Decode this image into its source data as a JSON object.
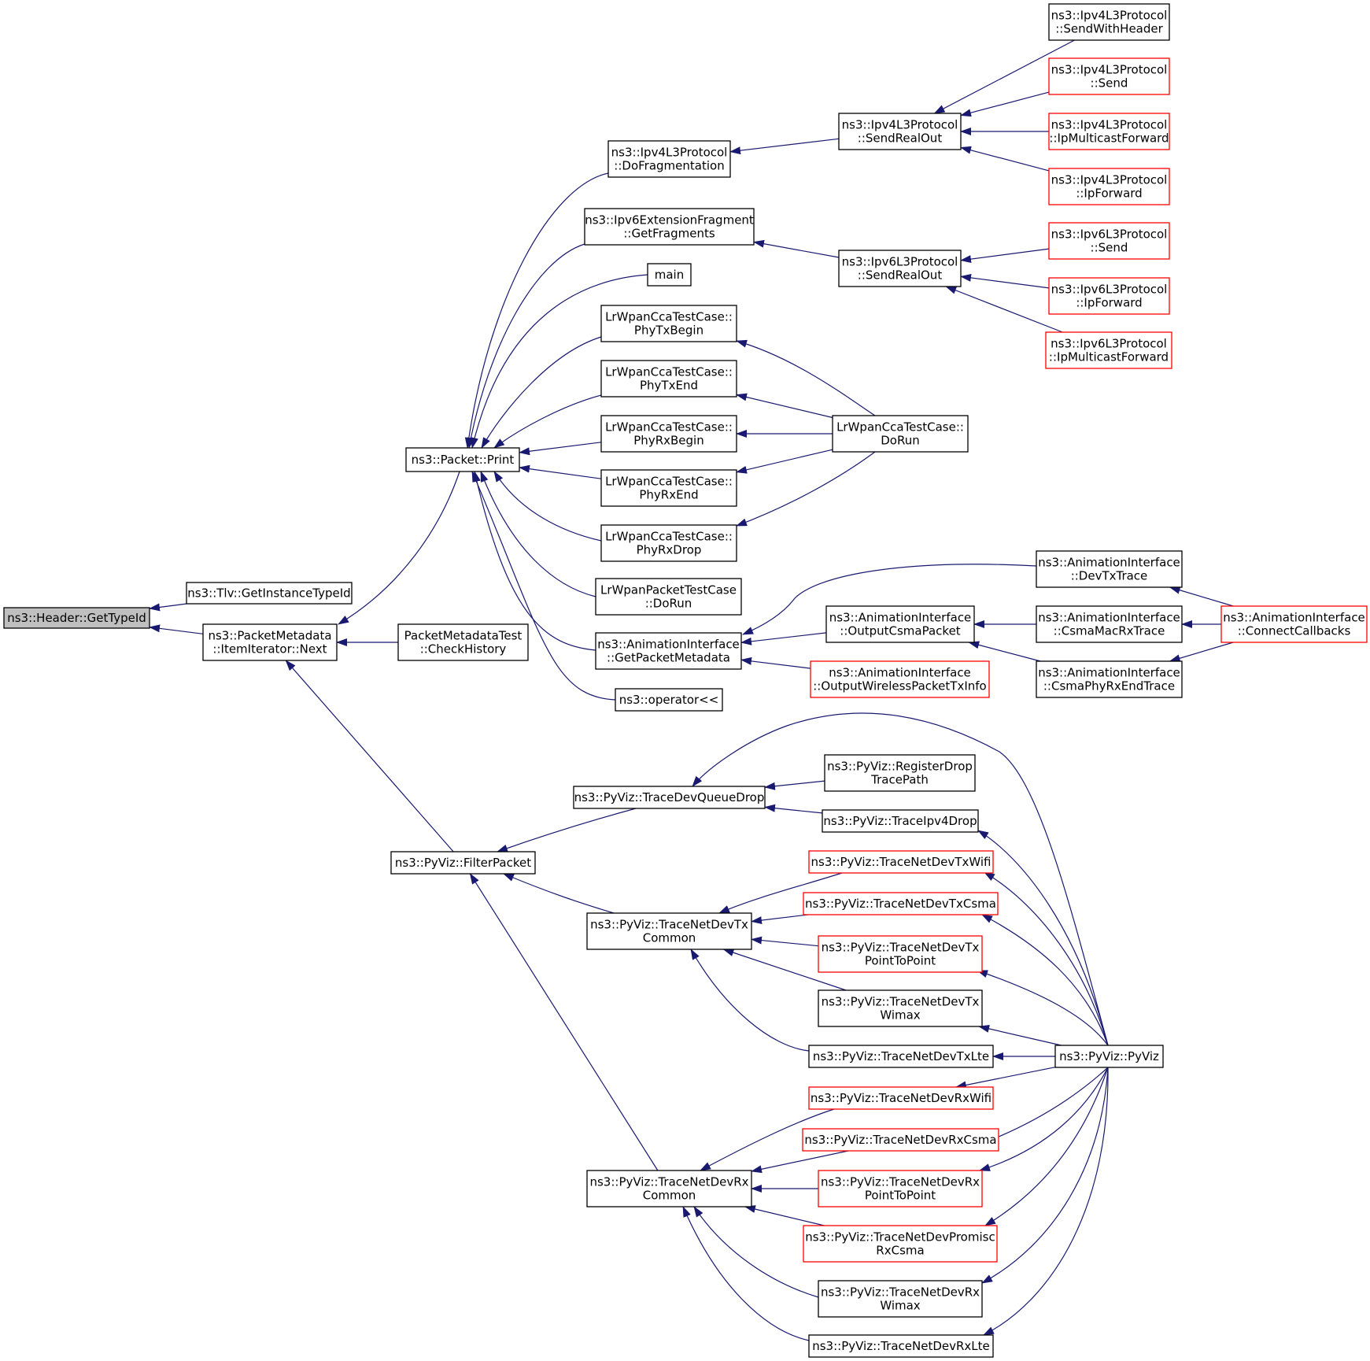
{
  "colors": {
    "edge": "#191970",
    "node_border": "#000000",
    "node_border_undocumented": "#ff0000",
    "root_fill": "#bfbfbf",
    "node_fill": "#ffffff"
  },
  "nodes": [
    {
      "id": "n_gettypeid",
      "lines": [
        "ns3::Header::GetTypeId"
      ],
      "root": true
    },
    {
      "id": "n_tlv",
      "lines": [
        "ns3::Tlv::GetInstanceTypeId"
      ]
    },
    {
      "id": "n_pmnext",
      "lines": [
        "ns3::PacketMetadata",
        "::ItemIterator::Next"
      ]
    },
    {
      "id": "n_pmtest",
      "lines": [
        "PacketMetadataTest",
        "::CheckHistory"
      ]
    },
    {
      "id": "n_print",
      "lines": [
        "ns3::Packet::Print"
      ]
    },
    {
      "id": "n_filter",
      "lines": [
        "ns3::PyViz::FilterPacket"
      ]
    },
    {
      "id": "n_ipv4frag",
      "lines": [
        "ns3::Ipv4L3Protocol",
        "::DoFragmentation"
      ]
    },
    {
      "id": "n_ipv6frag",
      "lines": [
        "ns3::Ipv6ExtensionFragment",
        "::GetFragments"
      ]
    },
    {
      "id": "n_main",
      "lines": [
        "main"
      ]
    },
    {
      "id": "n_phytxbegin",
      "lines": [
        "LrWpanCcaTestCase::",
        "PhyTxBegin"
      ]
    },
    {
      "id": "n_phytxend",
      "lines": [
        "LrWpanCcaTestCase::",
        "PhyTxEnd"
      ]
    },
    {
      "id": "n_phyrxbegin",
      "lines": [
        "LrWpanCcaTestCase::",
        "PhyRxBegin"
      ]
    },
    {
      "id": "n_phyrxend",
      "lines": [
        "LrWpanCcaTestCase::",
        "PhyRxEnd"
      ]
    },
    {
      "id": "n_phyrxdrop",
      "lines": [
        "LrWpanCcaTestCase::",
        "PhyRxDrop"
      ]
    },
    {
      "id": "n_lrpkt",
      "lines": [
        "LrWpanPacketTestCase",
        "::DoRun"
      ]
    },
    {
      "id": "n_animgetpm",
      "lines": [
        "ns3::AnimationInterface",
        "::GetPacketMetadata"
      ]
    },
    {
      "id": "n_oplt",
      "lines": [
        "ns3::operator<<"
      ]
    },
    {
      "id": "n_ipv4sro",
      "lines": [
        "ns3::Ipv4L3Protocol",
        "::SendRealOut"
      ]
    },
    {
      "id": "n_ipv6sro",
      "lines": [
        "ns3::Ipv6L3Protocol",
        "::SendRealOut"
      ]
    },
    {
      "id": "n_lrccarun",
      "lines": [
        "LrWpanCcaTestCase::",
        "DoRun"
      ]
    },
    {
      "id": "n_animcsma",
      "lines": [
        "ns3::AnimationInterface",
        "::OutputCsmaPacket"
      ]
    },
    {
      "id": "n_animwl",
      "lines": [
        "ns3::AnimationInterface",
        "::OutputWirelessPacketTxInfo"
      ],
      "undocumented": true
    },
    {
      "id": "n_ipv4swh",
      "lines": [
        "ns3::Ipv4L3Protocol",
        "::SendWithHeader"
      ]
    },
    {
      "id": "n_ipv4send",
      "lines": [
        "ns3::Ipv4L3Protocol",
        "::Send"
      ],
      "undocumented": true
    },
    {
      "id": "n_ipv4mcf",
      "lines": [
        "ns3::Ipv4L3Protocol",
        "::IpMulticastForward"
      ],
      "undocumented": true
    },
    {
      "id": "n_ipv4fwd",
      "lines": [
        "ns3::Ipv4L3Protocol",
        "::IpForward"
      ],
      "undocumented": true
    },
    {
      "id": "n_ipv6send",
      "lines": [
        "ns3::Ipv6L3Protocol",
        "::Send"
      ],
      "undocumented": true
    },
    {
      "id": "n_ipv6fwd",
      "lines": [
        "ns3::Ipv6L3Protocol",
        "::IpForward"
      ],
      "undocumented": true
    },
    {
      "id": "n_ipv6mcf",
      "lines": [
        "ns3::Ipv6L3Protocol",
        "::IpMulticastForward"
      ],
      "undocumented": true
    },
    {
      "id": "n_anitx",
      "lines": [
        "ns3::AnimationInterface",
        "::DevTxTrace"
      ]
    },
    {
      "id": "n_animacrx",
      "lines": [
        "ns3::AnimationInterface",
        "::CsmaMacRxTrace"
      ]
    },
    {
      "id": "n_aniphyrx",
      "lines": [
        "ns3::AnimationInterface",
        "::CsmaPhyRxEndTrace"
      ]
    },
    {
      "id": "n_aniconn",
      "lines": [
        "ns3::AnimationInterface",
        "::ConnectCallbacks"
      ],
      "undocumented": true
    },
    {
      "id": "n_tdqd",
      "lines": [
        "ns3::PyViz::TraceDevQueueDrop"
      ]
    },
    {
      "id": "n_tndtxc",
      "lines": [
        "ns3::PyViz::TraceNetDevTx",
        "Common"
      ]
    },
    {
      "id": "n_tndrxc",
      "lines": [
        "ns3::PyViz::TraceNetDevRx",
        "Common"
      ]
    },
    {
      "id": "n_regdrop",
      "lines": [
        "ns3::PyViz::RegisterDrop",
        "TracePath"
      ]
    },
    {
      "id": "n_tipv4drop",
      "lines": [
        "ns3::PyViz::TraceIpv4Drop"
      ]
    },
    {
      "id": "n_txwifi",
      "lines": [
        "ns3::PyViz::TraceNetDevTxWifi"
      ],
      "undocumented": true
    },
    {
      "id": "n_txcsma",
      "lines": [
        "ns3::PyViz::TraceNetDevTxCsma"
      ],
      "undocumented": true
    },
    {
      "id": "n_txp2p",
      "lines": [
        "ns3::PyViz::TraceNetDevTx",
        "PointToPoint"
      ],
      "undocumented": true
    },
    {
      "id": "n_txwimax",
      "lines": [
        "ns3::PyViz::TraceNetDevTx",
        "Wimax"
      ]
    },
    {
      "id": "n_txlte",
      "lines": [
        "ns3::PyViz::TraceNetDevTxLte"
      ]
    },
    {
      "id": "n_rxwifi",
      "lines": [
        "ns3::PyViz::TraceNetDevRxWifi"
      ],
      "undocumented": true
    },
    {
      "id": "n_rxcsma",
      "lines": [
        "ns3::PyViz::TraceNetDevRxCsma"
      ],
      "undocumented": true
    },
    {
      "id": "n_rxp2p",
      "lines": [
        "ns3::PyViz::TraceNetDevRx",
        "PointToPoint"
      ],
      "undocumented": true
    },
    {
      "id": "n_promisc",
      "lines": [
        "ns3::PyViz::TraceNetDevPromisc",
        "RxCsma"
      ],
      "undocumented": true
    },
    {
      "id": "n_rxwimax",
      "lines": [
        "ns3::PyViz::TraceNetDevRx",
        "Wimax"
      ]
    },
    {
      "id": "n_rxlte",
      "lines": [
        "ns3::PyViz::TraceNetDevRxLte"
      ]
    },
    {
      "id": "n_pyviz",
      "lines": [
        "ns3::PyViz::PyViz"
      ]
    }
  ],
  "edges": [
    [
      "n_tlv",
      "n_gettypeid"
    ],
    [
      "n_pmnext",
      "n_gettypeid"
    ],
    [
      "n_print",
      "n_pmnext"
    ],
    [
      "n_pmtest",
      "n_pmnext"
    ],
    [
      "n_filter",
      "n_pmnext"
    ],
    [
      "n_ipv4frag",
      "n_print"
    ],
    [
      "n_ipv6frag",
      "n_print"
    ],
    [
      "n_main",
      "n_print"
    ],
    [
      "n_phytxbegin",
      "n_print"
    ],
    [
      "n_phytxend",
      "n_print"
    ],
    [
      "n_phyrxbegin",
      "n_print"
    ],
    [
      "n_phyrxend",
      "n_print"
    ],
    [
      "n_phyrxdrop",
      "n_print"
    ],
    [
      "n_lrpkt",
      "n_print"
    ],
    [
      "n_animgetpm",
      "n_print"
    ],
    [
      "n_oplt",
      "n_print"
    ],
    [
      "n_ipv4sro",
      "n_ipv4frag"
    ],
    [
      "n_ipv6sro",
      "n_ipv6frag"
    ],
    [
      "n_lrccarun",
      "n_phytxbegin"
    ],
    [
      "n_lrccarun",
      "n_phytxend"
    ],
    [
      "n_lrccarun",
      "n_phyrxbegin"
    ],
    [
      "n_lrccarun",
      "n_phyrxend"
    ],
    [
      "n_lrccarun",
      "n_phyrxdrop"
    ],
    [
      "n_anitx",
      "n_animgetpm"
    ],
    [
      "n_animcsma",
      "n_animgetpm"
    ],
    [
      "n_animwl",
      "n_animgetpm"
    ],
    [
      "n_ipv4swh",
      "n_ipv4sro"
    ],
    [
      "n_ipv4send",
      "n_ipv4sro"
    ],
    [
      "n_ipv4mcf",
      "n_ipv4sro"
    ],
    [
      "n_ipv4fwd",
      "n_ipv4sro"
    ],
    [
      "n_ipv6send",
      "n_ipv6sro"
    ],
    [
      "n_ipv6fwd",
      "n_ipv6sro"
    ],
    [
      "n_ipv6mcf",
      "n_ipv6sro"
    ],
    [
      "n_animacrx",
      "n_animcsma"
    ],
    [
      "n_aniphyrx",
      "n_animcsma"
    ],
    [
      "n_aniconn",
      "n_anitx"
    ],
    [
      "n_aniconn",
      "n_animacrx"
    ],
    [
      "n_aniconn",
      "n_aniphyrx"
    ],
    [
      "n_tdqd",
      "n_filter"
    ],
    [
      "n_tndtxc",
      "n_filter"
    ],
    [
      "n_tndrxc",
      "n_filter"
    ],
    [
      "n_regdrop",
      "n_tdqd"
    ],
    [
      "n_tipv4drop",
      "n_tdqd"
    ],
    [
      "n_pyviz",
      "n_tdqd"
    ],
    [
      "n_txwifi",
      "n_tndtxc"
    ],
    [
      "n_txcsma",
      "n_tndtxc"
    ],
    [
      "n_txp2p",
      "n_tndtxc"
    ],
    [
      "n_txwimax",
      "n_tndtxc"
    ],
    [
      "n_txlte",
      "n_tndtxc"
    ],
    [
      "n_rxwifi",
      "n_tndrxc"
    ],
    [
      "n_rxcsma",
      "n_tndrxc"
    ],
    [
      "n_rxp2p",
      "n_tndrxc"
    ],
    [
      "n_promisc",
      "n_tndrxc"
    ],
    [
      "n_rxwimax",
      "n_tndrxc"
    ],
    [
      "n_rxlte",
      "n_tndrxc"
    ],
    [
      "n_pyviz",
      "n_tipv4drop"
    ],
    [
      "n_pyviz",
      "n_txwifi"
    ],
    [
      "n_pyviz",
      "n_txcsma"
    ],
    [
      "n_pyviz",
      "n_txp2p"
    ],
    [
      "n_pyviz",
      "n_txwimax"
    ],
    [
      "n_pyviz",
      "n_txlte"
    ],
    [
      "n_pyviz",
      "n_rxwifi"
    ],
    [
      "n_pyviz",
      "n_rxcsma"
    ],
    [
      "n_pyviz",
      "n_rxp2p"
    ],
    [
      "n_pyviz",
      "n_promisc"
    ],
    [
      "n_pyviz",
      "n_rxwimax"
    ],
    [
      "n_pyviz",
      "n_rxlte"
    ]
  ]
}
